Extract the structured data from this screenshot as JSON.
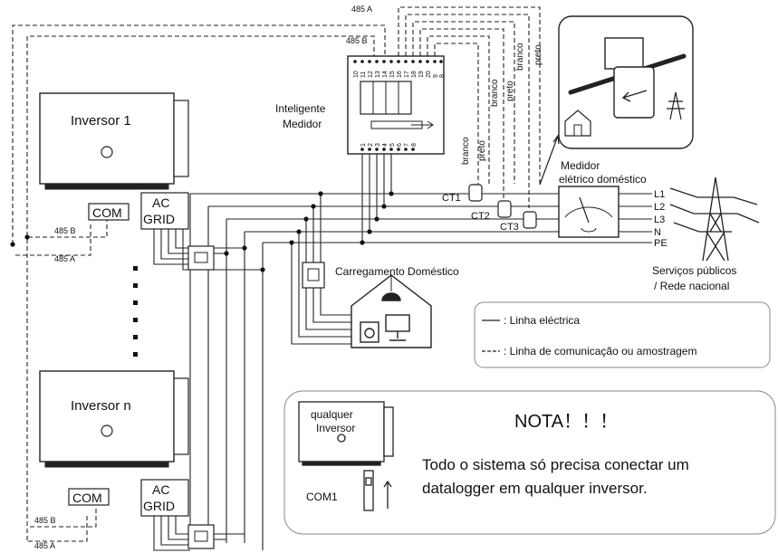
{
  "comm": {
    "a_top": "485 A",
    "b_top": "485 B",
    "b1": "485 B",
    "a1": "485 A",
    "bn": "485 B",
    "an": "485 A"
  },
  "wires": {
    "w1": "branco",
    "w2": "preto",
    "w3": "branco",
    "w4": "preto",
    "w5": "branco",
    "w6": "preto"
  },
  "meter": {
    "title1": "Inteligente",
    "title2": "Medidor",
    "top_terminals": [
      "10",
      "11",
      "12",
      "13",
      "14",
      "15",
      "16",
      "17",
      "18",
      "19",
      "20"
    ],
    "top_terminals_right": [
      "9",
      "8"
    ],
    "bottom_terminals": [
      "1",
      "2",
      "3",
      "4",
      "5",
      "6",
      "7",
      "8"
    ]
  },
  "inverter1": {
    "label": "Inversor 1",
    "com": "COM",
    "ac": "AC",
    "grid": "GRID"
  },
  "invertern": {
    "label": "Inversor n",
    "com": "COM",
    "ac": "AC",
    "grid": "GRID"
  },
  "ct": {
    "ct1": "CT1",
    "ct2": "CT2",
    "ct3": "CT3"
  },
  "house_meter": {
    "line1": "Medidor",
    "line2": "elétrico doméstico"
  },
  "lines": {
    "l1": "L1",
    "l2": "L2",
    "l3": "L3",
    "n": "N",
    "pe": "PE"
  },
  "utility": {
    "line1": "Serviços públicos",
    "line2": "/ Rede nacional"
  },
  "load": {
    "label": "Carregamento Doméstico"
  },
  "legend": {
    "power": ": Linha eléctrica",
    "comm": ": Linha de comunicação ou amostragem"
  },
  "note": {
    "title": "NOTA！！！",
    "any1": "qualquer",
    "any2": "Inversor",
    "com1": "COM1",
    "text1": "Todo o sistema só precisa conectar um",
    "text2": "datalogger em qualquer inversor."
  }
}
